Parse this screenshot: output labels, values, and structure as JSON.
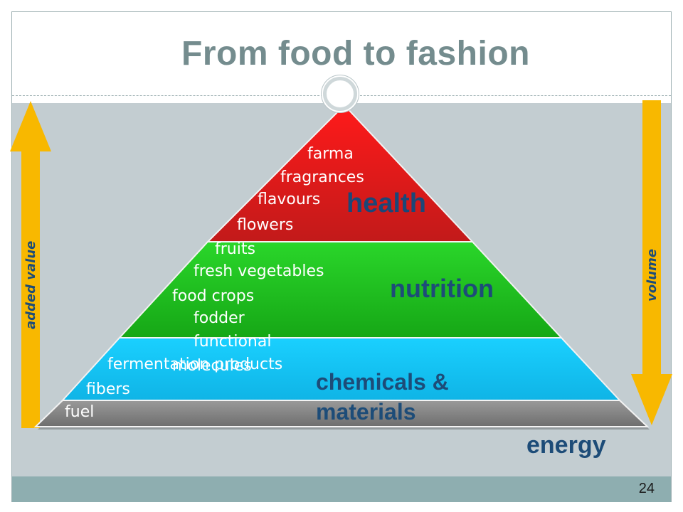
{
  "title": "From food to fashion",
  "page_number": "24",
  "colors": {
    "health": "#e21f1f",
    "nutrition": "#22c422",
    "chemicals": "#18c4f5",
    "energy": "#8a8a8a",
    "arrow": "#f8b800",
    "title": "#748c8e",
    "level_label": "#1d4c78"
  },
  "left_axis": {
    "label": "added value",
    "direction": "up"
  },
  "right_axis": {
    "label": "volume",
    "direction": "down"
  },
  "levels": {
    "health": "health",
    "nutrition": "nutrition",
    "chemicals_line1": "chemicals &",
    "chemicals_line2": "materials",
    "energy": "energy"
  },
  "items": {
    "farma": "farma",
    "fragrances": "fragrances",
    "flavours": "flavours",
    "flowers": "flowers",
    "fruits": "fruits",
    "fresh_vegetables": "fresh vegetables",
    "food_crops": "food crops",
    "fodder": "fodder",
    "functional": "functional",
    "molecules": "molecules",
    "fermentation_products": "fermentation products",
    "fibers": "fibers",
    "fuel": "fuel"
  }
}
